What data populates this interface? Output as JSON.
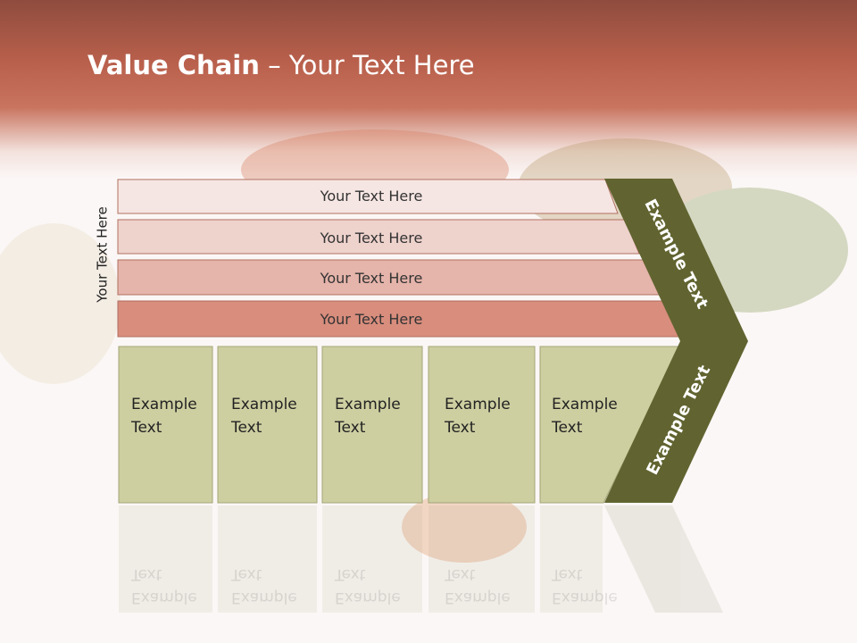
{
  "slide": {
    "title_bold": "Value Chain",
    "title_rest": " – Your Text Here",
    "side_label": "Your Text Here"
  },
  "bars": [
    {
      "label": "Your Text Here",
      "color": "#f6e6e3"
    },
    {
      "label": "Your Text Here",
      "color": "#eed2cc"
    },
    {
      "label": "Your Text Here",
      "color": "#e5b4aa"
    },
    {
      "label": "Your Text Here",
      "color": "#d88d7d"
    }
  ],
  "boxes": [
    {
      "line1": "Example",
      "line2": "Text"
    },
    {
      "line1": "Example",
      "line2": "Text"
    },
    {
      "line1": "Example",
      "line2": "Text"
    },
    {
      "line1": "Example",
      "line2": "Text"
    },
    {
      "line1": "Example",
      "line2": "Text"
    }
  ],
  "chevron": {
    "upper_label": "Example Text",
    "lower_label": "Example Text",
    "color": "#616430"
  },
  "colors": {
    "box_fill": "#cecfa1",
    "box_border": "#a3a478",
    "header": "#b9604c"
  }
}
